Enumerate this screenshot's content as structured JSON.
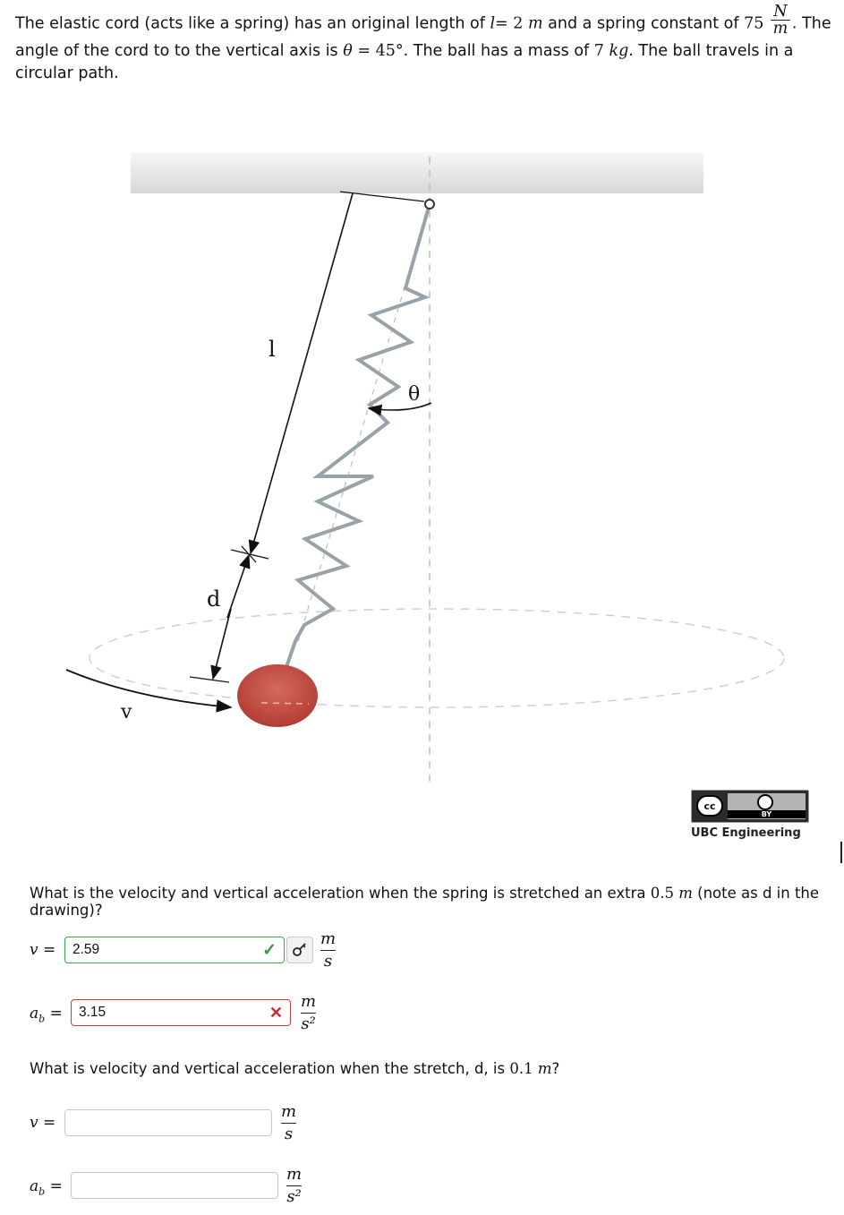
{
  "problem": {
    "part1": "The elastic cord (acts like a spring) has an original length of ",
    "l_symbol": "l",
    "l_equals": "= ",
    "l_value": "2",
    "l_unit": "m",
    "part2": " and a spring constant of ",
    "k_value": "75",
    "k_unit_num": "N",
    "k_unit_den": "m",
    "part3": ". The angle of the cord to to the vertical axis is ",
    "theta_symbol": "θ",
    "theta_equals": " = ",
    "theta_value": "45°",
    "part4": ". The ball has a mass of ",
    "m_value": "7",
    "m_unit": "kg",
    "part5": ". The ball travels in a circular path."
  },
  "diagram": {
    "label_l": "l",
    "label_theta": "θ",
    "label_d": "d",
    "label_v": "v",
    "colors": {
      "ceiling": "#e6e6e6",
      "spring": "#9aa3a9",
      "ball": "#c4483e",
      "dash": "#c8c8c8"
    }
  },
  "license": {
    "cc_text": "cc",
    "by_text": "BY",
    "caption": "UBC Engineering"
  },
  "question1": {
    "text_before": "What is the velocity and vertical acceleration when the spring is stretched an extra ",
    "value": "0.5",
    "unit": "m",
    "text_after": " (note as d in the drawing)?",
    "v_label": "v",
    "v_value": "2.59",
    "v_status": "correct",
    "v_unit_num": "m",
    "v_unit_den": "s",
    "a_label": "a",
    "a_sub": "b",
    "a_value": "3.15",
    "a_status": "incorrect",
    "a_unit_num": "m",
    "a_unit_den": "s²"
  },
  "question2": {
    "text_before": "What is velocity and vertical acceleration when the stretch, d, is ",
    "value": "0.1",
    "unit": "m",
    "text_after": "?",
    "v_label": "v",
    "v_value": "",
    "v_unit_num": "m",
    "v_unit_den": "s",
    "a_label": "a",
    "a_sub": "b",
    "a_value": "",
    "a_unit_num": "m",
    "a_unit_den": "s²"
  }
}
